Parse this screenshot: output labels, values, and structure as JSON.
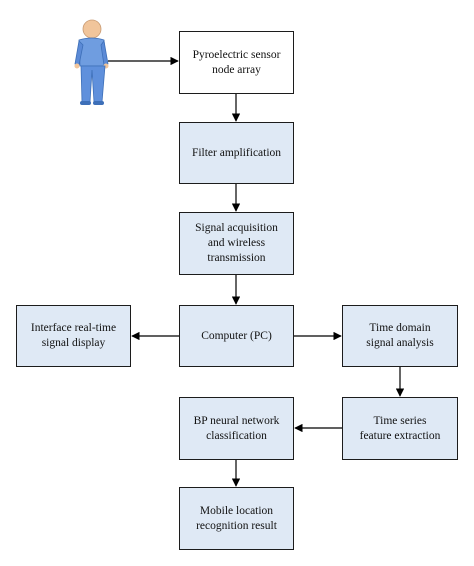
{
  "diagram": {
    "nodes": {
      "sensor": {
        "label": "Pyroelectric sensor\nnode array"
      },
      "filter": {
        "label": "Filter amplification"
      },
      "acquisition": {
        "label": "Signal acquisition\nand wireless\ntransmission"
      },
      "computer": {
        "label": "Computer (PC)"
      },
      "interface": {
        "label": "Interface real-time\nsignal display"
      },
      "time_domain": {
        "label": "Time domain\nsignal analysis"
      },
      "feature": {
        "label": "Time series\nfeature extraction"
      },
      "bp": {
        "label": "BP neural network\nclassification"
      },
      "result": {
        "label": "Mobile location\nrecognition result"
      }
    },
    "edges": [
      {
        "from": "person",
        "to": "sensor"
      },
      {
        "from": "sensor",
        "to": "filter"
      },
      {
        "from": "filter",
        "to": "acquisition"
      },
      {
        "from": "acquisition",
        "to": "computer"
      },
      {
        "from": "computer",
        "to": "interface"
      },
      {
        "from": "computer",
        "to": "time_domain"
      },
      {
        "from": "time_domain",
        "to": "feature"
      },
      {
        "from": "feature",
        "to": "bp"
      },
      {
        "from": "bp",
        "to": "result"
      }
    ],
    "icons": {
      "person": "person-icon"
    },
    "colors": {
      "box_fill": "#dfe9f5",
      "box_border": "#1c1c1c",
      "arrow": "#000000",
      "person_body": "#6f9de0",
      "person_skin": "#f1c59b"
    }
  }
}
